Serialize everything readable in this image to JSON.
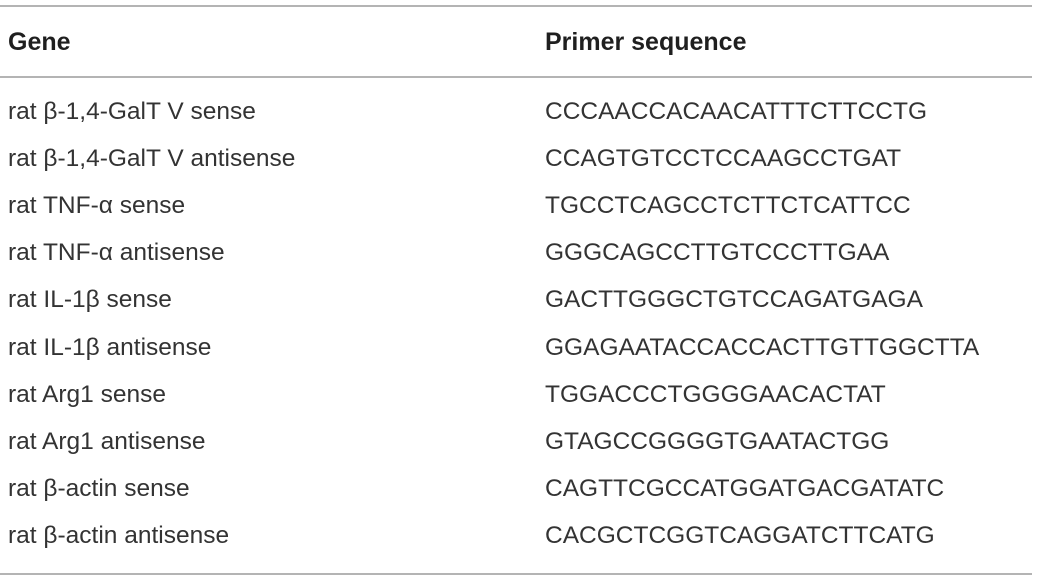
{
  "table": {
    "headers": {
      "gene": "Gene",
      "sequence": "Primer sequence"
    },
    "rows": [
      {
        "gene": "rat β-1,4-GalT V sense",
        "sequence": "CCCAACCACAACATTTCTTCCTG"
      },
      {
        "gene": "rat β-1,4-GalT V antisense",
        "sequence": "CCAGTGTCCTCCAAGCCTGAT"
      },
      {
        "gene": "rat TNF-α sense",
        "sequence": "TGCCTCAGCCTCTTCTCATTCC"
      },
      {
        "gene": "rat TNF-α antisense",
        "sequence": "GGGCAGCCTTGTCCCTTGAA"
      },
      {
        "gene": "rat IL-1β sense",
        "sequence": "GACTTGGGCTGTCCAGATGAGA"
      },
      {
        "gene": "rat IL-1β antisense",
        "sequence": "GGAGAATACCACCACTTGTTGGCTTA"
      },
      {
        "gene": "rat Arg1 sense",
        "sequence": "TGGACCCTGGGGAACACTAT"
      },
      {
        "gene": "rat Arg1 antisense",
        "sequence": "GTAGCCGGGGTGAATACTGG"
      },
      {
        "gene": "rat β-actin sense",
        "sequence": "CAGTTCGCCATGGATGACGATATC"
      },
      {
        "gene": "rat β-actin antisense",
        "sequence": "CACGCTCGGTCAGGATCTTCATG"
      }
    ]
  }
}
